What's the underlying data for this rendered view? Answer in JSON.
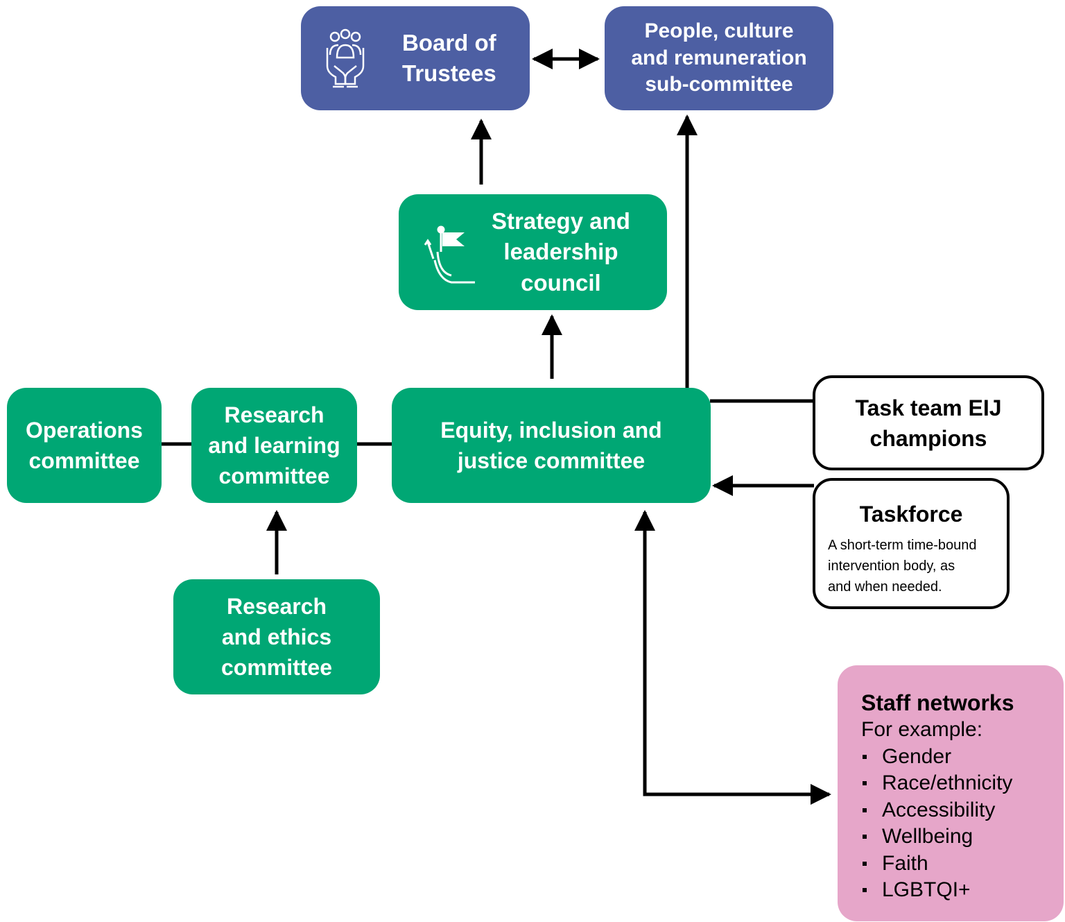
{
  "colors": {
    "board_blue": "#4d5fa3",
    "committee_green": "#00a774",
    "networks_pink": "#e6a6c9",
    "outline_black": "#000000"
  },
  "board": {
    "line1": "Board of",
    "line2": "Trustees",
    "icon": "people-in-hands-icon"
  },
  "people_culture": {
    "line1": "People, culture",
    "line2": "and remuneration",
    "line3": "sub-committee"
  },
  "strategy": {
    "line1": "Strategy and",
    "line2": "leadership",
    "line3": "council",
    "icon": "flag-summit-path-icon"
  },
  "operations": {
    "line1": "Operations",
    "line2": "committee"
  },
  "research_learning": {
    "line1": "Research",
    "line2": "and learning",
    "line3": "committee"
  },
  "eij": {
    "line1": "Equity, inclusion and",
    "line2": "justice committee"
  },
  "research_ethics": {
    "line1": "Research",
    "line2": "and ethics",
    "line3": "committee"
  },
  "task_team": {
    "line1": "Task team EIJ",
    "line2": "champions"
  },
  "taskforce": {
    "title": "Taskforce",
    "desc1": "A short-term time-bound",
    "desc2": "intervention body, as",
    "desc3": "and when needed."
  },
  "staff_networks": {
    "title": "Staff networks",
    "subtitle": "For example:",
    "items": [
      "Gender",
      "Race/ethnicity",
      "Accessibility",
      "Wellbeing",
      "Faith",
      "LGBTQI+"
    ]
  }
}
